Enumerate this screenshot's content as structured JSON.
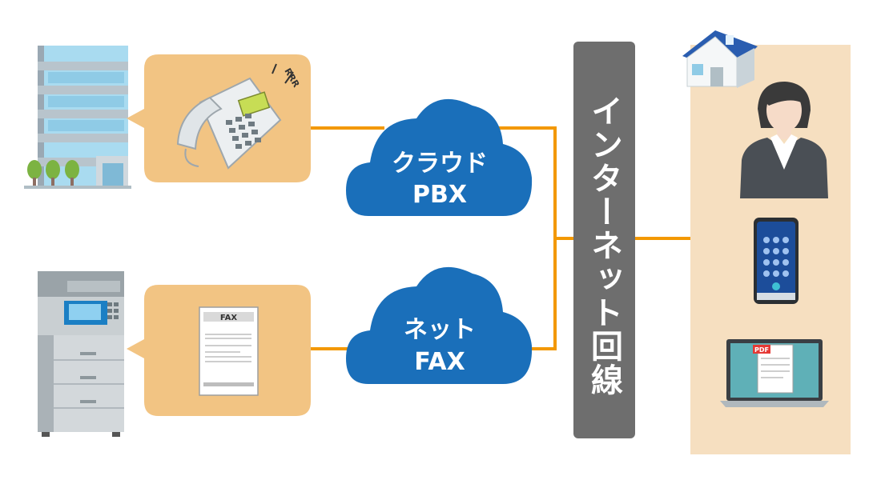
{
  "clouds": {
    "pbx": {
      "line1": "クラウド",
      "line2": "PBX"
    },
    "fax": {
      "line1": "ネット",
      "line2": "FAX"
    }
  },
  "internet_line": {
    "label": "インターネット回線"
  },
  "phone_bubble": {
    "ring_text": "RRR"
  },
  "fax_bubble": {
    "doc_title": "FAX"
  },
  "laptop": {
    "badge": "PDF"
  },
  "colors": {
    "line": "#f39800",
    "cloud": "#1a6fba",
    "bubble": "#f2c483",
    "bar": "#6e6e6e",
    "home_panel": "#f6dfc0"
  }
}
